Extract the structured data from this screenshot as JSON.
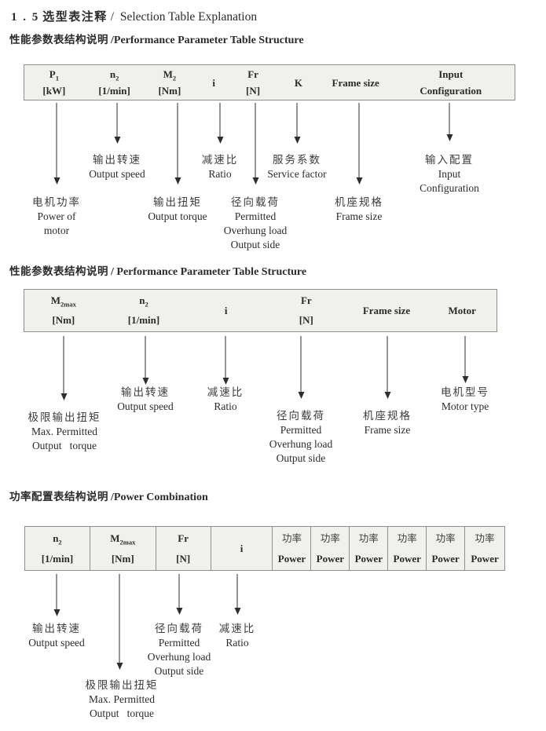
{
  "title": {
    "num": "1 . 5",
    "zh": "选型表注释",
    "en": "/  Selection Table Explanation"
  },
  "sections": [
    {
      "heading_zh": "性能参数表结构说明",
      "heading_en": "/Performance Parameter Table Structure",
      "columns": [
        {
          "t": "P",
          "sub": "1",
          "b": "[kW]"
        },
        {
          "t": "n",
          "sub": "2",
          "b": "[1/min]"
        },
        {
          "t": "M",
          "sub": "2",
          "b": "[Nm]"
        },
        {
          "t": "i",
          "b": ""
        },
        {
          "t": "Fr",
          "b": "[N]"
        },
        {
          "t": "K",
          "b": ""
        },
        {
          "t": "Frame size",
          "b": ""
        },
        {
          "t": "Input",
          "b": "Configuration"
        }
      ],
      "callouts": [
        {
          "zh": "电机功率",
          "en": [
            "Power of",
            "motor"
          ]
        },
        {
          "zh": "输出转速",
          "en": [
            "Output speed"
          ]
        },
        {
          "zh": "输出扭矩",
          "en": [
            "Output torque"
          ]
        },
        {
          "zh": "减速比",
          "en": [
            "Ratio"
          ]
        },
        {
          "zh": "径向载荷",
          "en": [
            "Permitted",
            "Overhung load",
            "Output side"
          ]
        },
        {
          "zh": "服务系数",
          "en": [
            "Service factor"
          ]
        },
        {
          "zh": "机座规格",
          "en": [
            "Frame size"
          ]
        },
        {
          "zh": "输入配置",
          "en": [
            "Input",
            "Configuration"
          ]
        }
      ]
    },
    {
      "heading_zh": "性能参数表结构说明",
      "heading_en": "/ Performance Parameter Table Structure",
      "columns": [
        {
          "t": "M",
          "sub": "2max",
          "b": "[Nm]"
        },
        {
          "t": "n",
          "sub": "2",
          "b": "[1/min]"
        },
        {
          "t": "i",
          "b": ""
        },
        {
          "t": "Fr",
          "b": "[N]"
        },
        {
          "t": "Frame size",
          "b": ""
        },
        {
          "t": "Motor",
          "b": ""
        }
      ],
      "callouts": [
        {
          "zh": "极限输出扭矩",
          "en": [
            "Max. Permitted",
            "Output   torque"
          ]
        },
        {
          "zh": "输出转速",
          "en": [
            "Output speed"
          ]
        },
        {
          "zh": "减速比",
          "en": [
            "Ratio"
          ]
        },
        {
          "zh": "径向载荷",
          "en": [
            "Permitted",
            "Overhung load",
            "Output side"
          ]
        },
        {
          "zh": "机座规格",
          "en": [
            "Frame size"
          ]
        },
        {
          "zh": "电机型号",
          "en": [
            "Motor type"
          ]
        }
      ]
    },
    {
      "heading_zh": "功率配置表结构说明",
      "heading_en": "/Power Combination",
      "columns": [
        {
          "t": "n",
          "sub": "2",
          "b": "[1/min]"
        },
        {
          "t": "M",
          "sub": "2max",
          "b": "[Nm]"
        },
        {
          "t": "Fr",
          "b": "[N]"
        },
        {
          "t": "i",
          "b": ""
        },
        {
          "t": "功率",
          "b": "Power"
        },
        {
          "t": "功率",
          "b": "Power"
        },
        {
          "t": "功率",
          "b": "Power"
        },
        {
          "t": "功率",
          "b": "Power"
        },
        {
          "t": "功率",
          "b": "Power"
        },
        {
          "t": "功率",
          "b": "Power"
        }
      ],
      "callouts": [
        {
          "zh": "输出转速",
          "en": [
            "Output speed"
          ]
        },
        {
          "zh": "极限输出扭矩",
          "en": [
            "Max. Permitted",
            "Output   torque"
          ]
        },
        {
          "zh": "径向载荷",
          "en": [
            "Permitted",
            "Overhung load",
            "Output side"
          ]
        },
        {
          "zh": "减速比",
          "en": [
            "Ratio"
          ]
        }
      ]
    }
  ]
}
